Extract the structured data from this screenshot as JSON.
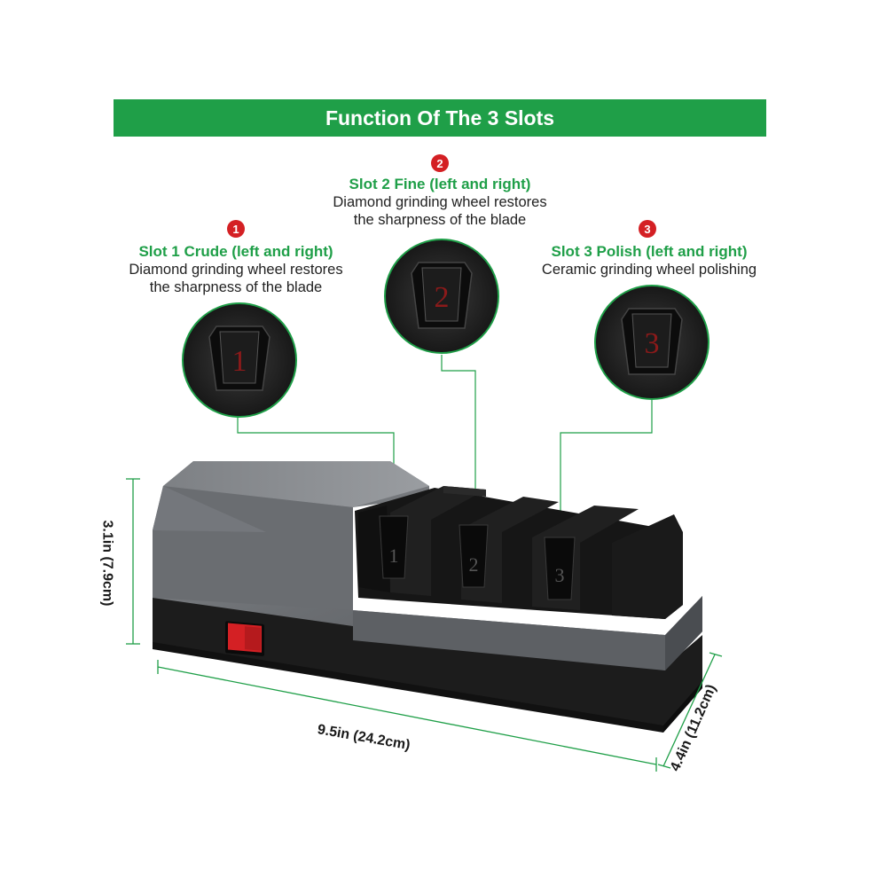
{
  "banner": {
    "title": "Function Of The 3 Slots"
  },
  "slots": [
    {
      "badge": "1",
      "title": "Slot 1 Crude (left and right)",
      "desc1": "Diamond grinding wheel restores",
      "desc2": "the sharpness of the blade",
      "digit": "1"
    },
    {
      "badge": "2",
      "title": "Slot 2 Fine  (left and right)",
      "desc1": "Diamond grinding wheel restores",
      "desc2": "the sharpness of the blade",
      "digit": "2"
    },
    {
      "badge": "3",
      "title": "Slot 3 Polish (left and right)",
      "desc1": "Ceramic grinding wheel polishing",
      "desc2": "",
      "digit": "3"
    }
  ],
  "dimensions": {
    "height": "3.1in (7.9cm)",
    "width": "9.5in (24.2cm)",
    "depth": "4.4in (11.2cm)"
  },
  "colors": {
    "accent": "#1f9f48",
    "badge": "#d42024",
    "body_gray": "#6b6e72",
    "base_black": "#1c1c1c"
  }
}
